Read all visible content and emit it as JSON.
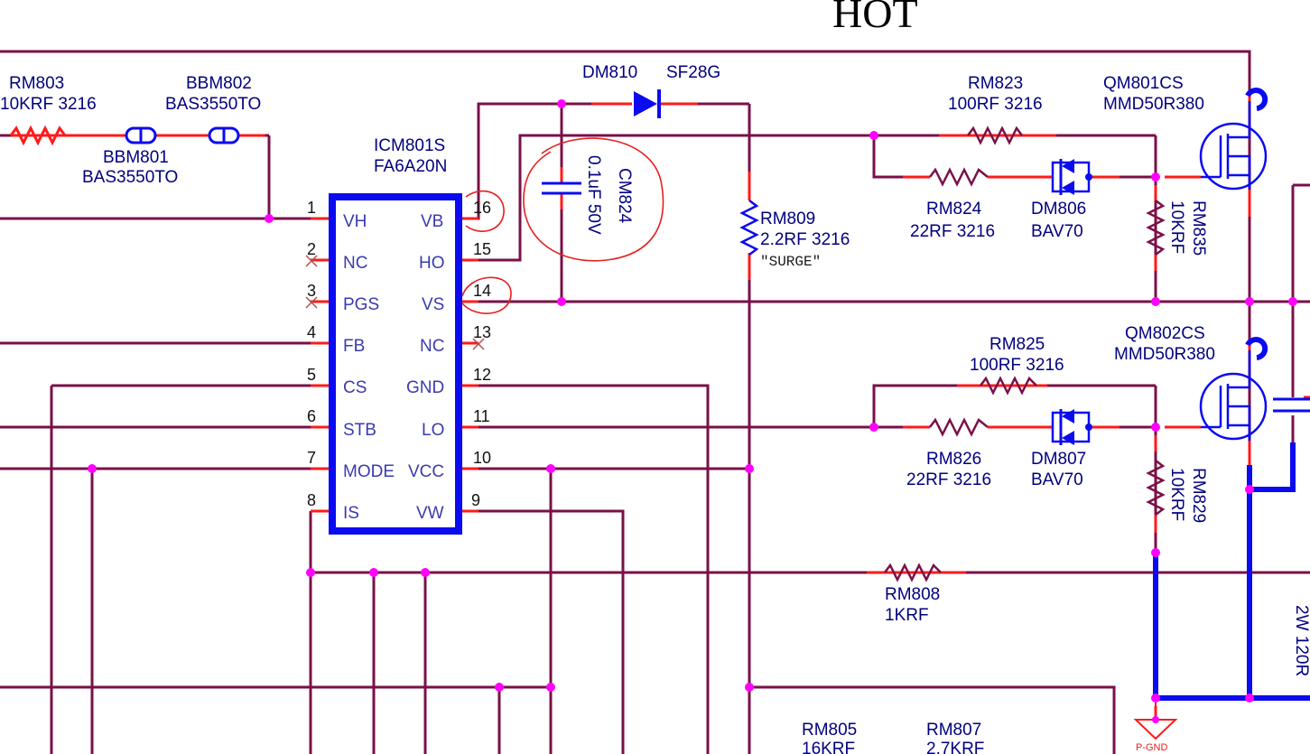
{
  "title": "HOT",
  "ic": {
    "ref": "ICM801S",
    "part": "FA6A20N",
    "pins_left": [
      {
        "num": "1",
        "name": "VH"
      },
      {
        "num": "2",
        "name": "NC"
      },
      {
        "num": "3",
        "name": "PGS"
      },
      {
        "num": "4",
        "name": "FB"
      },
      {
        "num": "5",
        "name": "CS"
      },
      {
        "num": "6",
        "name": "STB"
      },
      {
        "num": "7",
        "name": "MODE"
      },
      {
        "num": "8",
        "name": "IS"
      }
    ],
    "pins_right": [
      {
        "num": "16",
        "name": "VB"
      },
      {
        "num": "15",
        "name": "HO"
      },
      {
        "num": "14",
        "name": "VS"
      },
      {
        "num": "13",
        "name": "NC"
      },
      {
        "num": "12",
        "name": "GND"
      },
      {
        "num": "11",
        "name": "LO"
      },
      {
        "num": "10",
        "name": "VCC"
      },
      {
        "num": "9",
        "name": "VW"
      }
    ]
  },
  "components": {
    "rm803": {
      "ref": "RM803",
      "value": "10KRF 3216"
    },
    "bbm802": {
      "ref": "BBM802",
      "value": "BAS3550TO"
    },
    "bbm801": {
      "ref": "BBM801",
      "value": "BAS3550TO"
    },
    "dm810": {
      "ref": "DM810",
      "value": "SF28G"
    },
    "cm824": {
      "ref": "CM824",
      "value": "0.1uF 50V"
    },
    "rm809": {
      "ref": "RM809",
      "value": "2.2RF 3216",
      "note": "\"SURGE\""
    },
    "rm823": {
      "ref": "RM823",
      "value": "100RF 3216"
    },
    "rm824": {
      "ref": "RM824",
      "value": "22RF 3216"
    },
    "dm806": {
      "ref": "DM806",
      "value": "BAV70"
    },
    "rm835": {
      "ref": "RM835",
      "value": "10KRF"
    },
    "qm801": {
      "ref": "QM801CS",
      "value": "MMD50R380"
    },
    "rm825": {
      "ref": "RM825",
      "value": "100RF 3216"
    },
    "rm826": {
      "ref": "RM826",
      "value": "22RF 3216"
    },
    "dm807": {
      "ref": "DM807",
      "value": "BAV70"
    },
    "rm829": {
      "ref": "RM829",
      "value": "10KRF"
    },
    "qm802": {
      "ref": "QM802CS",
      "value": "MMD50R380"
    },
    "rm808": {
      "ref": "RM808",
      "value": "1KRF"
    },
    "rm805": {
      "ref": "RM805",
      "value": "16KRF"
    },
    "rm807": {
      "ref": "RM807",
      "value": "2.7KRF"
    },
    "right_res": {
      "value": "2W 120R"
    }
  },
  "ground_label": "P-GND"
}
